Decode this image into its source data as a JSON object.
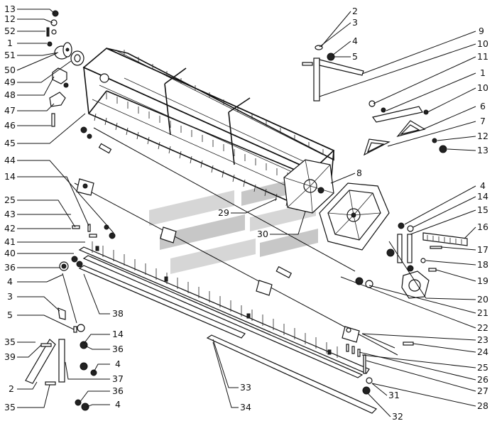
{
  "diagram": {
    "watermark_colors": [
      "#c9c9c9",
      "#b5b5b5"
    ],
    "ink": "#111111",
    "callouts": [
      {
        "id": "c13a",
        "text": "13"
      },
      {
        "id": "c12a",
        "text": "12"
      },
      {
        "id": "c52",
        "text": "52"
      },
      {
        "id": "c1a",
        "text": "1"
      },
      {
        "id": "c51",
        "text": "51"
      },
      {
        "id": "c50",
        "text": "50"
      },
      {
        "id": "c49",
        "text": "49"
      },
      {
        "id": "c48",
        "text": "48"
      },
      {
        "id": "c47",
        "text": "47"
      },
      {
        "id": "c46",
        "text": "46"
      },
      {
        "id": "c45",
        "text": "45"
      },
      {
        "id": "c44",
        "text": "44"
      },
      {
        "id": "c14a",
        "text": "14"
      },
      {
        "id": "c25a",
        "text": "25"
      },
      {
        "id": "c43",
        "text": "43"
      },
      {
        "id": "c42",
        "text": "42"
      },
      {
        "id": "c41",
        "text": "41"
      },
      {
        "id": "c40",
        "text": "40"
      },
      {
        "id": "c36a",
        "text": "36"
      },
      {
        "id": "c4a",
        "text": "4"
      },
      {
        "id": "c3a",
        "text": "3"
      },
      {
        "id": "c5a",
        "text": "5"
      },
      {
        "id": "c35a",
        "text": "35"
      },
      {
        "id": "c39",
        "text": "39"
      },
      {
        "id": "c2a",
        "text": "2"
      },
      {
        "id": "c35b",
        "text": "35"
      },
      {
        "id": "c38",
        "text": "38"
      },
      {
        "id": "c14b",
        "text": "14"
      },
      {
        "id": "c36b",
        "text": "36"
      },
      {
        "id": "c4b",
        "text": "4"
      },
      {
        "id": "c37",
        "text": "37"
      },
      {
        "id": "c36c",
        "text": "36"
      },
      {
        "id": "c4c",
        "text": "4"
      },
      {
        "id": "c33",
        "text": "33"
      },
      {
        "id": "c34",
        "text": "34"
      },
      {
        "id": "c2b",
        "text": "2"
      },
      {
        "id": "c3b",
        "text": "3"
      },
      {
        "id": "c4d",
        "text": "4"
      },
      {
        "id": "c5b",
        "text": "5"
      },
      {
        "id": "c9",
        "text": "9"
      },
      {
        "id": "c10a",
        "text": "10"
      },
      {
        "id": "c11",
        "text": "11"
      },
      {
        "id": "c1b",
        "text": "1"
      },
      {
        "id": "c10b",
        "text": "10"
      },
      {
        "id": "c6",
        "text": "6"
      },
      {
        "id": "c7",
        "text": "7"
      },
      {
        "id": "c12b",
        "text": "12"
      },
      {
        "id": "c13b",
        "text": "13"
      },
      {
        "id": "c8",
        "text": "8"
      },
      {
        "id": "c29",
        "text": "29"
      },
      {
        "id": "c30",
        "text": "30"
      },
      {
        "id": "c4e",
        "text": "4"
      },
      {
        "id": "c14c",
        "text": "14"
      },
      {
        "id": "c15",
        "text": "15"
      },
      {
        "id": "c16",
        "text": "16"
      },
      {
        "id": "c17",
        "text": "17"
      },
      {
        "id": "c18",
        "text": "18"
      },
      {
        "id": "c19",
        "text": "19"
      },
      {
        "id": "c20",
        "text": "20"
      },
      {
        "id": "c21",
        "text": "21"
      },
      {
        "id": "c22",
        "text": "22"
      },
      {
        "id": "c23",
        "text": "23"
      },
      {
        "id": "c24",
        "text": "24"
      },
      {
        "id": "c25b",
        "text": "25"
      },
      {
        "id": "c26",
        "text": "26"
      },
      {
        "id": "c27",
        "text": "27"
      },
      {
        "id": "c28",
        "text": "28"
      },
      {
        "id": "c31",
        "text": "31"
      },
      {
        "id": "c32",
        "text": "32"
      }
    ]
  }
}
